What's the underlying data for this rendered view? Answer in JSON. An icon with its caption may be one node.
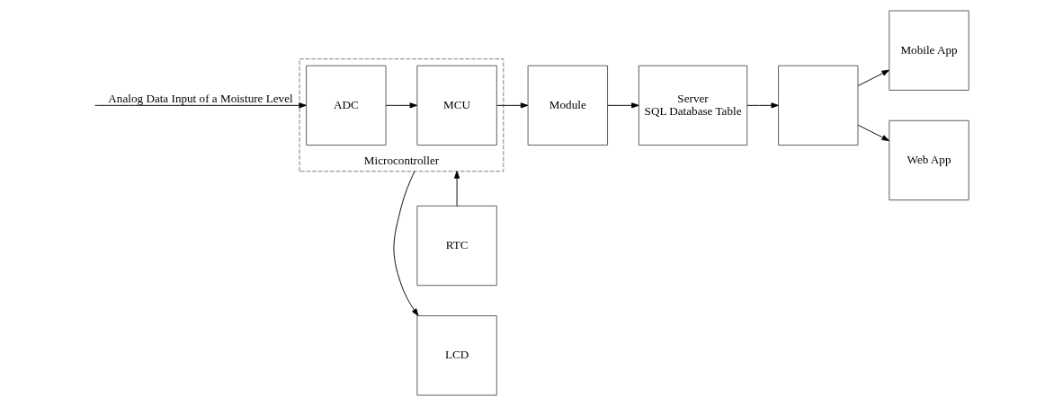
{
  "diagram": {
    "nodes": [
      {
        "text": [
          "RTC"
        ]
      },
      {
        "text": [
          "Microcontroller"
        ]
      },
      {
        "text": [
          "ADC"
        ],
        "in": 1
      },
      {
        "text": [
          "MCU"
        ],
        "in": 1
      },
      {
        "text": [
          "Module"
        ]
      },
      {
        "text": [
          "Server",
          "SQL Database Table"
        ]
      },
      {
        "text": [],
        "shape": "box"
      },
      {
        "text": [
          "Mobile App"
        ]
      },
      {
        "text": [
          "Web App"
        ]
      },
      {
        "text": [
          "LCD"
        ]
      }
    ],
    "edges": [
      {
        "from": null,
        "to": 2,
        "arrow": "to",
        "label": "Analog Data Input of a Moisture Level"
      },
      {
        "from": 0,
        "to": 1,
        "arrow": "to"
      },
      {
        "from": 2,
        "to": 3,
        "arrow": "to"
      },
      {
        "from": 3,
        "to": 4,
        "arrow": "to"
      },
      {
        "from": 4,
        "to": 5,
        "arrow": "to"
      },
      {
        "from": 5,
        "to": 6,
        "arrow": "to"
      },
      {
        "from": 6,
        "to": 7,
        "arrow": "to"
      },
      {
        "from": 6,
        "to": 8,
        "arrow": "to"
      },
      {
        "from": 1,
        "to": 9,
        "arrow": "to"
      }
    ]
  }
}
